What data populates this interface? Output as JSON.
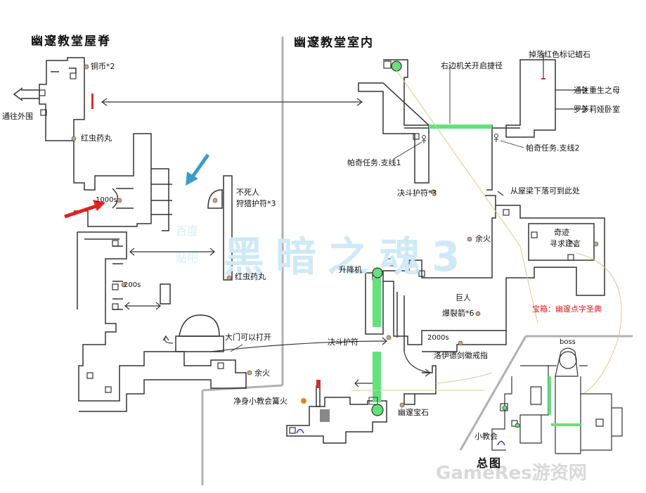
{
  "titles": {
    "roof": "幽邃教堂屋脊",
    "interior": "幽邃教堂室内",
    "overview": "总图"
  },
  "roof": {
    "copper_coin": "铜币*2",
    "to_outer_wall": "通往外围",
    "red_pill_1": "红虫药丸",
    "souls_1000": "1000s",
    "immortal_line1": "不死人",
    "immortal_line2": "狩猎护符*3",
    "red_pill_2": "红虫药丸",
    "souls_200": "200s",
    "big_door": "大门可以打开",
    "bonfire": "余火",
    "pure_chapel_bonfire": "净身小教会篝火"
  },
  "interior": {
    "right_mechanism": "右边机关开启捷径",
    "drop_red_stone": "掉落红色标记蜡石",
    "to_rebirth_mother": "通往重生之母",
    "rosaria_room": "罗莎莉娅卧室",
    "patches_quest_1": "帕奇任务.支线1",
    "patches_quest_2": "帕奇任务.支线2",
    "duel_charm_3": "决斗护符*3",
    "drop_from_beam": "从屋梁下落可到此处",
    "bonfire": "余火",
    "miracle_line1": "奇迹",
    "miracle_line2": "寻求建言",
    "elevator": "升降机",
    "giant_line1": "巨人",
    "giant_line2": "爆裂箭*6",
    "chest": "宝箱：幽邃点字圣典",
    "duel_charm": "决斗护符",
    "souls_2000": "2000s",
    "lloyd_ring": "洛伊德剑徽戒指",
    "deep_gem": "幽邃宝石"
  },
  "overview": {
    "boss": "boss",
    "small_chapel": "小教会"
  },
  "watermarks": {
    "main": "黑暗之魂3",
    "baidu_line1": "百度",
    "baidu_line2": "贴吧",
    "gamer": "GameRes游资网"
  },
  "colors": {
    "wall": "#333333",
    "shortcut": "#66e07a",
    "arrow_red": "#e52020",
    "arrow_blue": "#3a9cc8",
    "path_yellow": "#d8cc8c",
    "divider": "#b0b0b0"
  }
}
